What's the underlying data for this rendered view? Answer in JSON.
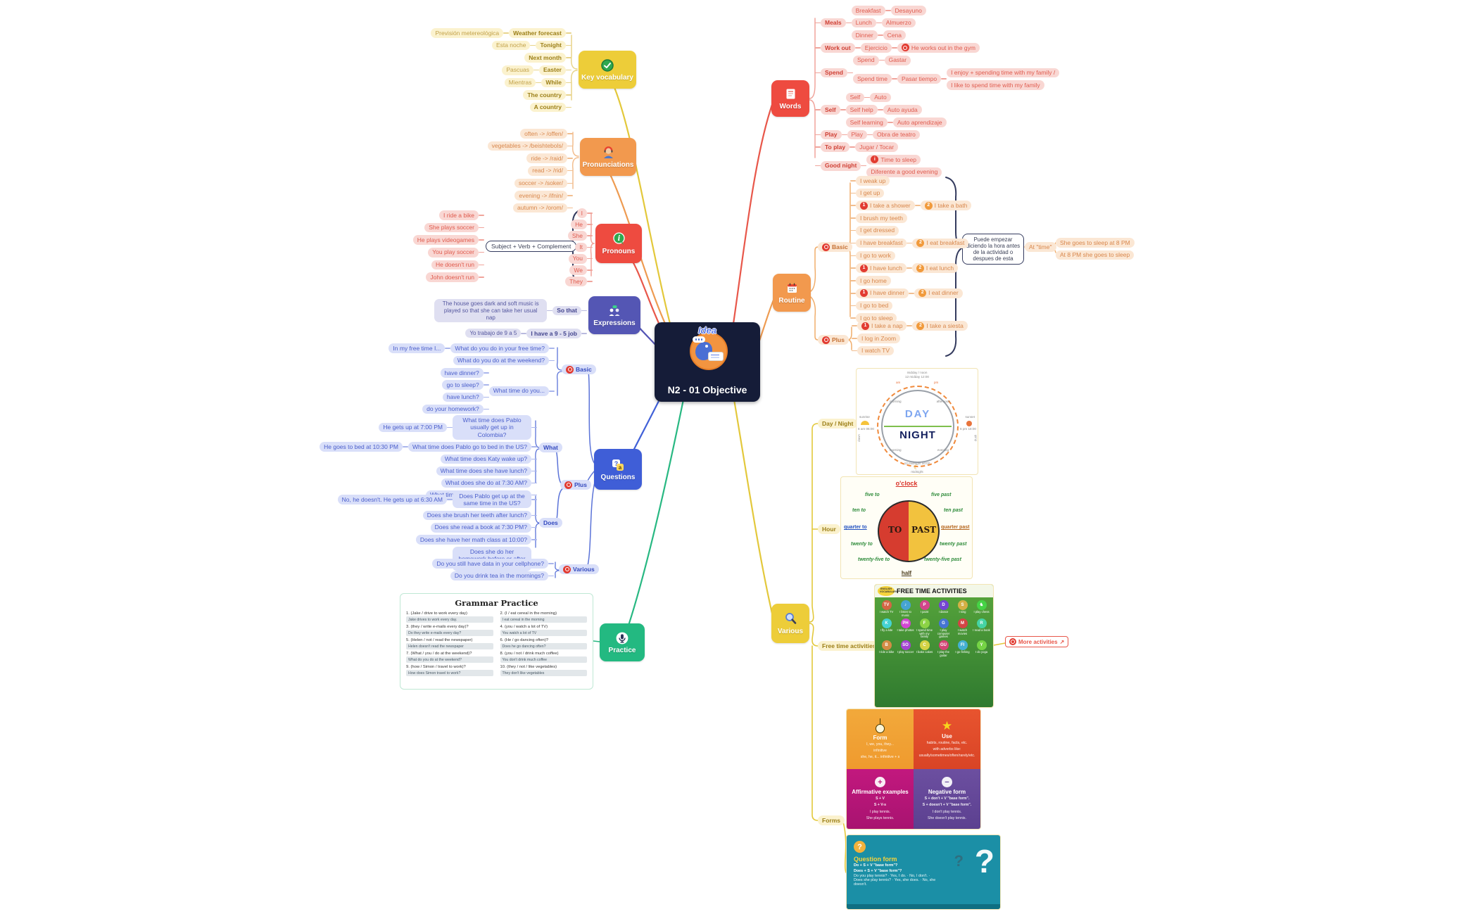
{
  "central": {
    "title": "N2 - 01 Objective",
    "sticker": "Idea"
  },
  "branches": {
    "key_vocabulary": {
      "label": "Key vocabulary",
      "rows": [
        {
          "es": "Previsión metereológica",
          "en": "Weather forecast"
        },
        {
          "es": "Esta noche",
          "en": "Tonight"
        },
        {
          "en": "Next month"
        },
        {
          "es": "Pascuas",
          "en": "Easter"
        },
        {
          "es": "Mientras",
          "en": "While"
        },
        {
          "en": "The country"
        },
        {
          "en": "A country"
        }
      ]
    },
    "pronunciations": {
      "label": "Pronunciations",
      "items": [
        "often -> /offen/",
        "vegetables -> /beishtebols/",
        "ride -> /raid/",
        "read -> /rid/",
        "soccer -> /soker/",
        "evening -> /ifnin/",
        "autumn -> /orom/"
      ]
    },
    "pronouns": {
      "label": "Pronouns",
      "examples": [
        "I ride a bike",
        "She plays soccer",
        "He plays videogames",
        "You play soccer",
        "He doesn't run",
        "John doesn't run"
      ],
      "formula": "Subject + Verb + Complement",
      "list": [
        "I",
        "He",
        "She",
        "It",
        "You",
        "We",
        "They"
      ]
    },
    "expressions": {
      "label": "Expressions",
      "rows": [
        {
          "example": "The house goes dark and soft music is played so that she can take her usual nap",
          "phrase": "So that"
        },
        {
          "example": "Yo trabajo de 9 a 5",
          "phrase": "I have a 9 - 5 job"
        }
      ]
    },
    "questions": {
      "label": "Questions",
      "basic": {
        "label": "Basic",
        "rows": [
          {
            "a": "In my free time I...",
            "q": "What do you do in your free time?"
          },
          {
            "q": "What do you do at the weekend?"
          },
          {
            "stem": "What time do you...",
            "subs": [
              "have dinner?",
              "go to sleep?",
              "have lunch?",
              "do your homework?"
            ]
          }
        ]
      },
      "plus": {
        "label": "Plus",
        "what": {
          "label": "What",
          "rows": [
            {
              "a": "He gets up at 7:00 PM",
              "q": "What time does Pablo usually get up in Colombia?",
              "wrap": true
            },
            {
              "a": "He goes to bed at 10:30 PM",
              "q": "What time does Pablo go to bed in the US?"
            },
            {
              "q": "What time does Katy wake up?"
            },
            {
              "q": "What time does she have lunch?"
            },
            {
              "q": "What does she do at 7:30 AM?"
            },
            {
              "q": "What time does she have breakfast?"
            }
          ]
        },
        "does": {
          "label": "Does",
          "rows": [
            {
              "a": "No, he doesn't. He gets up at 6:30 AM",
              "q": "Does Pablo get up at the same time in the US?",
              "wrap": true
            },
            {
              "q": "Does she brush her teeth after lunch?"
            },
            {
              "q": "Does she read a book at 7:30 PM?"
            },
            {
              "q": "Does she have her math class at 10:00?"
            },
            {
              "q": "Does she do her homework before or after dinner?",
              "wrap": true
            }
          ]
        }
      },
      "various": {
        "label": "Various",
        "rows": [
          {
            "q": "Do you still have data in your cellphone?"
          },
          {
            "q": "Do you drink tea in the mornings?"
          }
        ]
      }
    },
    "practice": {
      "label": "Practice",
      "sheet": {
        "title": "Grammar Practice",
        "left": [
          {
            "prompt": "1. (Jake / drive to work every day)",
            "answer": "Jake drives to work every day."
          },
          {
            "prompt": "3. (they / write e-mails every day)?",
            "answer": "Do they write e-mails every day?"
          },
          {
            "prompt": "5. (Helen / not / read the newspaper)",
            "answer": "Helen doesn't read the newspaper"
          },
          {
            "prompt": "7. (What / you / do at the weekend)?",
            "answer": "What do you do at the weekend?"
          },
          {
            "prompt": "9. (how / Simon / travel to work)?",
            "answer": "How does Simon travel to work?"
          }
        ],
        "right": [
          {
            "prompt": "2. (I / eat cereal in the morning)",
            "answer": "I eat cereal in the morning"
          },
          {
            "prompt": "4. (you / watch a lot of TV)",
            "answer": "You watch a lot of TV"
          },
          {
            "prompt": "6. (He / go dancing often)?",
            "answer": "Does he go dancing often?"
          },
          {
            "prompt": "8. (you / not / drink much coffee)",
            "answer": "You don't drink much coffee"
          },
          {
            "prompt": "10. (they / not / like vegetables)",
            "answer": "They don't like vegetables"
          }
        ]
      }
    },
    "words": {
      "label": "Words",
      "groups": [
        {
          "head": "Meals",
          "pairs": [
            [
              "Breakfast",
              "Desayuno"
            ],
            [
              "Lunch",
              "Almuerzo"
            ],
            [
              "Dinner",
              "Cena"
            ]
          ]
        },
        {
          "head": "Work out",
          "row": [
            "Ejercicio"
          ],
          "badge_leaf": "He works out in the gym"
        },
        {
          "head": "Spend",
          "sub": [
            {
              "row": [
                "Spend",
                "Gastar"
              ]
            },
            {
              "row": [
                "Spend time",
                "Pasar tiempo"
              ],
              "leaves": [
                "I enjoy + spending time with my family /",
                "I like to spend time with my family"
              ]
            }
          ]
        },
        {
          "head": "Self",
          "pairs": [
            [
              "Self",
              "Auto"
            ],
            [
              "Self help",
              "Auto ayuda"
            ],
            [
              "Self learning",
              "Auto aprendizaje"
            ]
          ]
        },
        {
          "head": "Play",
          "row": [
            "Play",
            "Obra de teatro"
          ]
        },
        {
          "head": "To play",
          "row": [
            "Jugar / Tocar"
          ]
        },
        {
          "head": "Good night",
          "items": [
            {
              "badge": "i",
              "t": "Time to sleep"
            },
            {
              "t": "Diferente a good evening"
            }
          ]
        }
      ]
    },
    "routine": {
      "label": "Routine",
      "basic": {
        "label": "Basic",
        "items": [
          {
            "t": "I weak up"
          },
          {
            "t": "I get up"
          },
          {
            "n1": "I take a shower",
            "n2": "I take a bath"
          },
          {
            "t": "I brush my teeth"
          },
          {
            "t": "I get dressed"
          },
          {
            "t": "I have breakfast",
            "n2": "I eat breakfast"
          },
          {
            "t": "I go to work"
          },
          {
            "n1": "I have lunch",
            "n2": "I eat lunch"
          },
          {
            "t": "I go home"
          },
          {
            "n1": "I have dinner",
            "n2": "I eat dinner"
          },
          {
            "t": "I go to bed"
          },
          {
            "t": "I go to sleep"
          }
        ]
      },
      "note": {
        "text": "Puede empezar diciendo la hora antes de la actividad o despues de esta",
        "at": "At \"time\"",
        "examples": [
          "She goes to sleep at 8 PM",
          "At 8 PM she goes to sleep"
        ]
      },
      "plus": {
        "label": "Plus",
        "items": [
          {
            "n1": "I take a nap",
            "n2": "I take a siesta"
          },
          {
            "t": "I log in Zoom"
          },
          {
            "t": "I watch TV"
          }
        ]
      }
    },
    "various": {
      "label": "Various",
      "sections": {
        "day_night": "Day / Night",
        "hour": "Hour",
        "free_time": "Free time activities",
        "forms": "Forms"
      },
      "day_night": {
        "top_label": "midday / noon",
        "top_time": "12 midday 12:00",
        "day": "DAY",
        "night": "NIGHT",
        "corners": [
          "morning",
          "afternoon",
          "morning",
          "evening"
        ],
        "left_label": "sunrise",
        "left_time": "6 am 06:00",
        "right_label": "sunset",
        "right_time": "6 pm 18:00",
        "bottom_time": "12 midnight 00:00",
        "bottom_label": "midnight",
        "dawn": "dawn",
        "dusk": "dusk",
        "am": "am",
        "pm": "pm"
      },
      "hour": {
        "top": "o'clock",
        "bottom": "half",
        "to": "TO",
        "past": "PAST",
        "left": [
          "five to",
          "ten to",
          "quarter to",
          "twenty to",
          "twenty-five to"
        ],
        "right": [
          "five past",
          "ten past",
          "quarter past",
          "twenty past",
          "twenty-five past"
        ]
      },
      "free_time": {
        "badge": "ENGLISH VOCABULARY",
        "title": "FREE TIME ACTIVITIES",
        "more": "More activities",
        "more_arrow": "↗",
        "activities": [
          {
            "icon": "TV",
            "label": "I watch TV"
          },
          {
            "icon": "♪",
            "label": "I listen to music"
          },
          {
            "icon": "P",
            "label": "I paint"
          },
          {
            "icon": "D",
            "label": "I dance"
          },
          {
            "icon": "S",
            "label": "I sing"
          },
          {
            "icon": "♞",
            "label": "I play chess"
          },
          {
            "icon": "K",
            "label": "I fly a kite"
          },
          {
            "icon": "PH",
            "label": "I take photos"
          },
          {
            "icon": "F",
            "label": "I spend time with my family"
          },
          {
            "icon": "G",
            "label": "I play computer games"
          },
          {
            "icon": "M",
            "label": "I watch movies"
          },
          {
            "icon": "R",
            "label": "I read a book"
          },
          {
            "icon": "B",
            "label": "I ride a bike"
          },
          {
            "icon": "SO",
            "label": "I play soccer"
          },
          {
            "icon": "C",
            "label": "I bake cakes"
          },
          {
            "icon": "GU",
            "label": "I play the guitar"
          },
          {
            "icon": "FI",
            "label": "I go fishing"
          },
          {
            "icon": "Y",
            "label": "I do yoga"
          }
        ]
      },
      "forms": {
        "cards": [
          {
            "title": "Form",
            "icon": "bulb",
            "lines": [
              "I, we, you, they...",
              "infinitive",
              "she, he, it... infinitive + s"
            ]
          },
          {
            "title": "Use",
            "icon": "star",
            "lines": [
              "habits, routine, facts, etc.",
              "with adverbs like:",
              "usually/sometimes/often/rarely/etc."
            ]
          },
          {
            "title": "Affirmative examples",
            "icon": "plus",
            "lines": [
              "S + V",
              "S + V-s",
              "I play tennis.",
              "She plays tennis."
            ]
          },
          {
            "title": "Negative form",
            "icon": "minus",
            "lines": [
              "S + don't + V \"base form\".",
              "S + doesn't + V \"base form\".",
              "I don't play tennis.",
              "She doesn't play tennis."
            ]
          }
        ],
        "question_card": {
          "title": "Question form",
          "icon": "question",
          "qmark": "?",
          "lines": [
            "Do + S + V \"base form\"?",
            "Does + S + V \"base form\"?"
          ],
          "examples": [
            "Do you play tennis?",
            "Yes, I do.",
            "No, I don't.",
            "Does she play tennis?",
            "Yes, she does.",
            "No, she doesn't."
          ]
        }
      }
    }
  }
}
